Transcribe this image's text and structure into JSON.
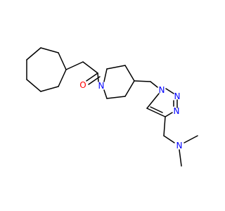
{
  "molecule": {
    "atoms": {
      "oxygen": {
        "symbol": "O",
        "color": "#ff0000"
      },
      "piperidine_n": {
        "symbol": "N",
        "color": "#0000ff"
      },
      "triazole_n1": {
        "symbol": "N",
        "color": "#0000ff"
      },
      "triazole_n2": {
        "symbol": "N",
        "color": "#0000ff"
      },
      "triazole_n3": {
        "symbol": "N",
        "color": "#0000ff"
      },
      "amine_n": {
        "symbol": "N",
        "color": "#0000ff"
      }
    },
    "bond_color": "#000000",
    "background_color": "#ffffff"
  }
}
